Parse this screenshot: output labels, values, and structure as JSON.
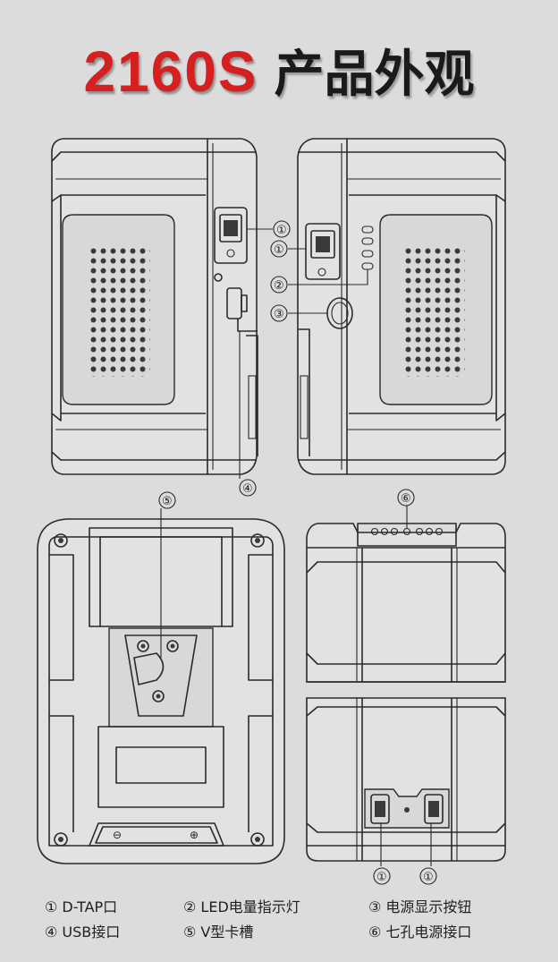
{
  "title": {
    "model": "2160S",
    "text": "产品外观"
  },
  "callouts": {
    "c1a": "①",
    "c1b": "①",
    "c2": "②",
    "c3": "③",
    "c4": "④",
    "c5": "⑤",
    "c6": "⑥",
    "c1c": "①",
    "c1d": "①"
  },
  "legend": [
    [
      "① D-TAP口",
      "② LED电量指示灯",
      "③ 电源显示按钮"
    ],
    [
      "④ USB接口",
      "⑤ V型卡槽",
      "⑥ 七孔电源接口"
    ]
  ]
}
